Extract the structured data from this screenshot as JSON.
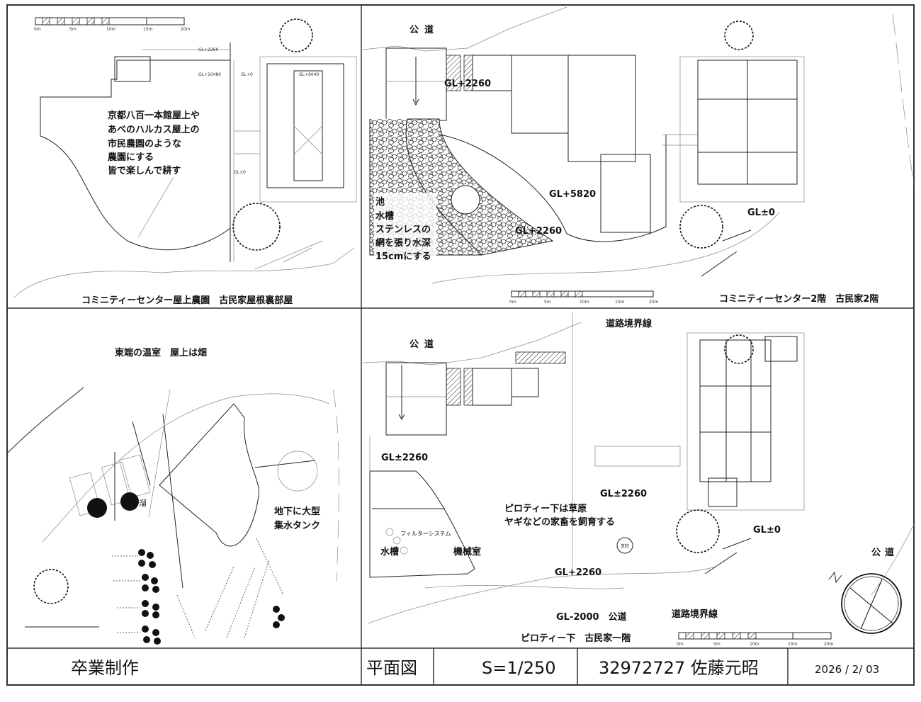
{
  "sheet": {
    "title_block": {
      "project": "卒業制作",
      "drawing_type": "平面図",
      "scale": "S=1/250",
      "student": "32972727 佐藤元昭",
      "date": "2026 / 2/ 03"
    },
    "scale_bar_labels": [
      "0m",
      "5m",
      "10m",
      "15m",
      "20m"
    ]
  },
  "panel_roof": {
    "caption": "コミニティーセンター屋上農園　古民家屋根裏部屋",
    "note_lines": [
      "京都八百一本館屋上や",
      "あべのハルカス屋上の",
      "市民農園のような",
      "農園にする",
      "皆で楽しんで耕す"
    ],
    "levels": [
      "GL+2260",
      "GL+10480",
      "GL+0",
      "GL+6040",
      "GL±0"
    ]
  },
  "panel_second_floor": {
    "caption": "コミニティーセンター2階　古民家2階",
    "road": "公道",
    "levels": [
      "GL+2260",
      "GL+5820",
      "GL+2260",
      "GL±0"
    ],
    "pond_note": [
      "池",
      "水槽",
      "ステンレスの",
      "網を張り水深",
      "15cmにする"
    ]
  },
  "panel_greenhouse": {
    "title": "東端の温室　屋上は畑",
    "tank_note": [
      "地下に大型",
      "集水タンク"
    ],
    "tree_label": "溜"
  },
  "panel_first_floor": {
    "caption": "ピロティー下　古民家一階",
    "road_top": "公道",
    "boundary_top": "道路境界線",
    "boundary_bottom": "道路境界線",
    "road_right": "公道",
    "road_bottom": "GL-2000　公道",
    "levels": [
      "GL±2260",
      "GL±2260",
      "GL+2260",
      "GL±0"
    ],
    "piloti_note": [
      "ピロティー下は草原",
      "ヤギなどの家畜を飼育する"
    ],
    "filter": "フィルターシステム",
    "tank": "水槽",
    "machine_room": "機械室",
    "pillar": "支柱"
  }
}
